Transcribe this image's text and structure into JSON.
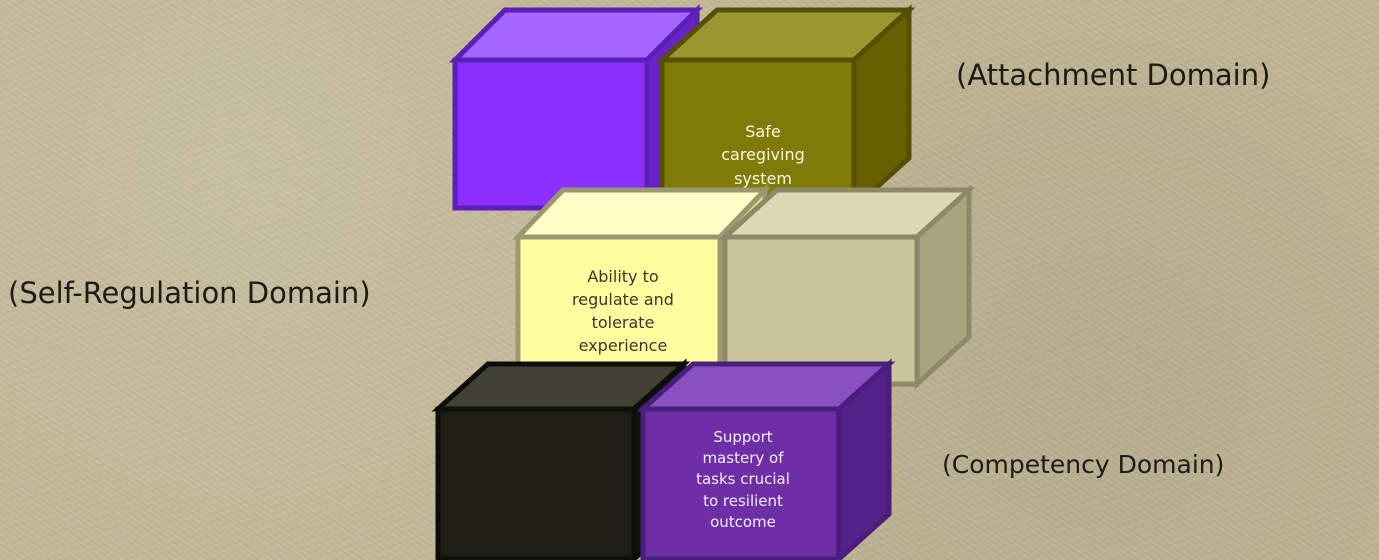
{
  "diagram": {
    "blocks": [
      {
        "id": "top-left",
        "text": "",
        "colors": {
          "front": "#8a30ff",
          "top": "#a565ff",
          "side": "#6a22cc",
          "edge": "#5b1fb5"
        }
      },
      {
        "id": "top-right",
        "text": "Safe\ncaregiving\nsystem",
        "colors": {
          "front": "#7f7b08",
          "top": "#9a9630",
          "side": "#656100",
          "edge": "#545000"
        }
      },
      {
        "id": "middle-left",
        "text": "Ability to\nregulate and\ntolerate\nexperience",
        "colors": {
          "front": "#ffffa0",
          "top": "#ffffc8",
          "side": "#e0dd88",
          "edge": "#9b9870"
        }
      },
      {
        "id": "middle-right",
        "text": "",
        "colors": {
          "front": "#cbc699",
          "top": "#dcd8b2",
          "side": "#a9a47e",
          "edge": "#8c8868"
        }
      },
      {
        "id": "bottom-left",
        "text": "",
        "colors": {
          "front": "#1f1f18",
          "top": "#414136",
          "side": "#13130e",
          "edge": "#0d0d0a"
        }
      },
      {
        "id": "bottom-right",
        "text": "Support\nmastery of\ntasks crucial\nto resilient\noutcome",
        "colors": {
          "front": "#6e2fa6",
          "top": "#8950bf",
          "side": "#55228a",
          "edge": "#4a1e7c"
        }
      }
    ],
    "labels": {
      "attachment": "(Attachment Domain)",
      "self_regulation": "(Self-Regulation Domain)",
      "competency": "(Competency Domain)"
    },
    "label_color": "#1e1b16",
    "background_color": "#c3b997"
  }
}
